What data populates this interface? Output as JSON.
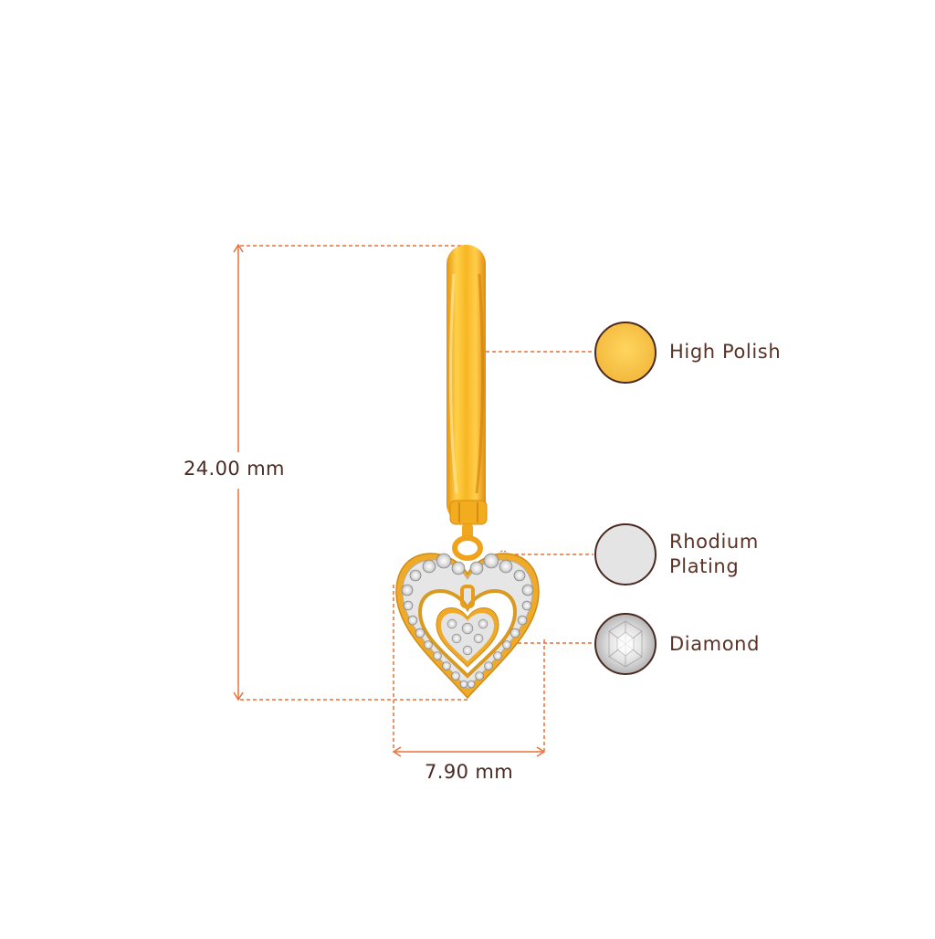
{
  "dimensions": {
    "height": "24.00 mm",
    "width": "7.90 mm"
  },
  "materials": [
    {
      "name": "High Polish",
      "swatch_color": "#f6c24a",
      "icon": "gold-swatch-icon"
    },
    {
      "name": "Rhodium Plating",
      "swatch_color": "#e4e4e4",
      "icon": "rhodium-swatch-icon"
    },
    {
      "name": "Diamond",
      "swatch_color": "#f2f2f2",
      "icon": "diamond-swatch-icon"
    }
  ],
  "colors": {
    "accent_dashed": "#e8703a",
    "label_text": "#5a3226",
    "gold": "#f5b22a",
    "swatch_border": "#4a2a22"
  }
}
